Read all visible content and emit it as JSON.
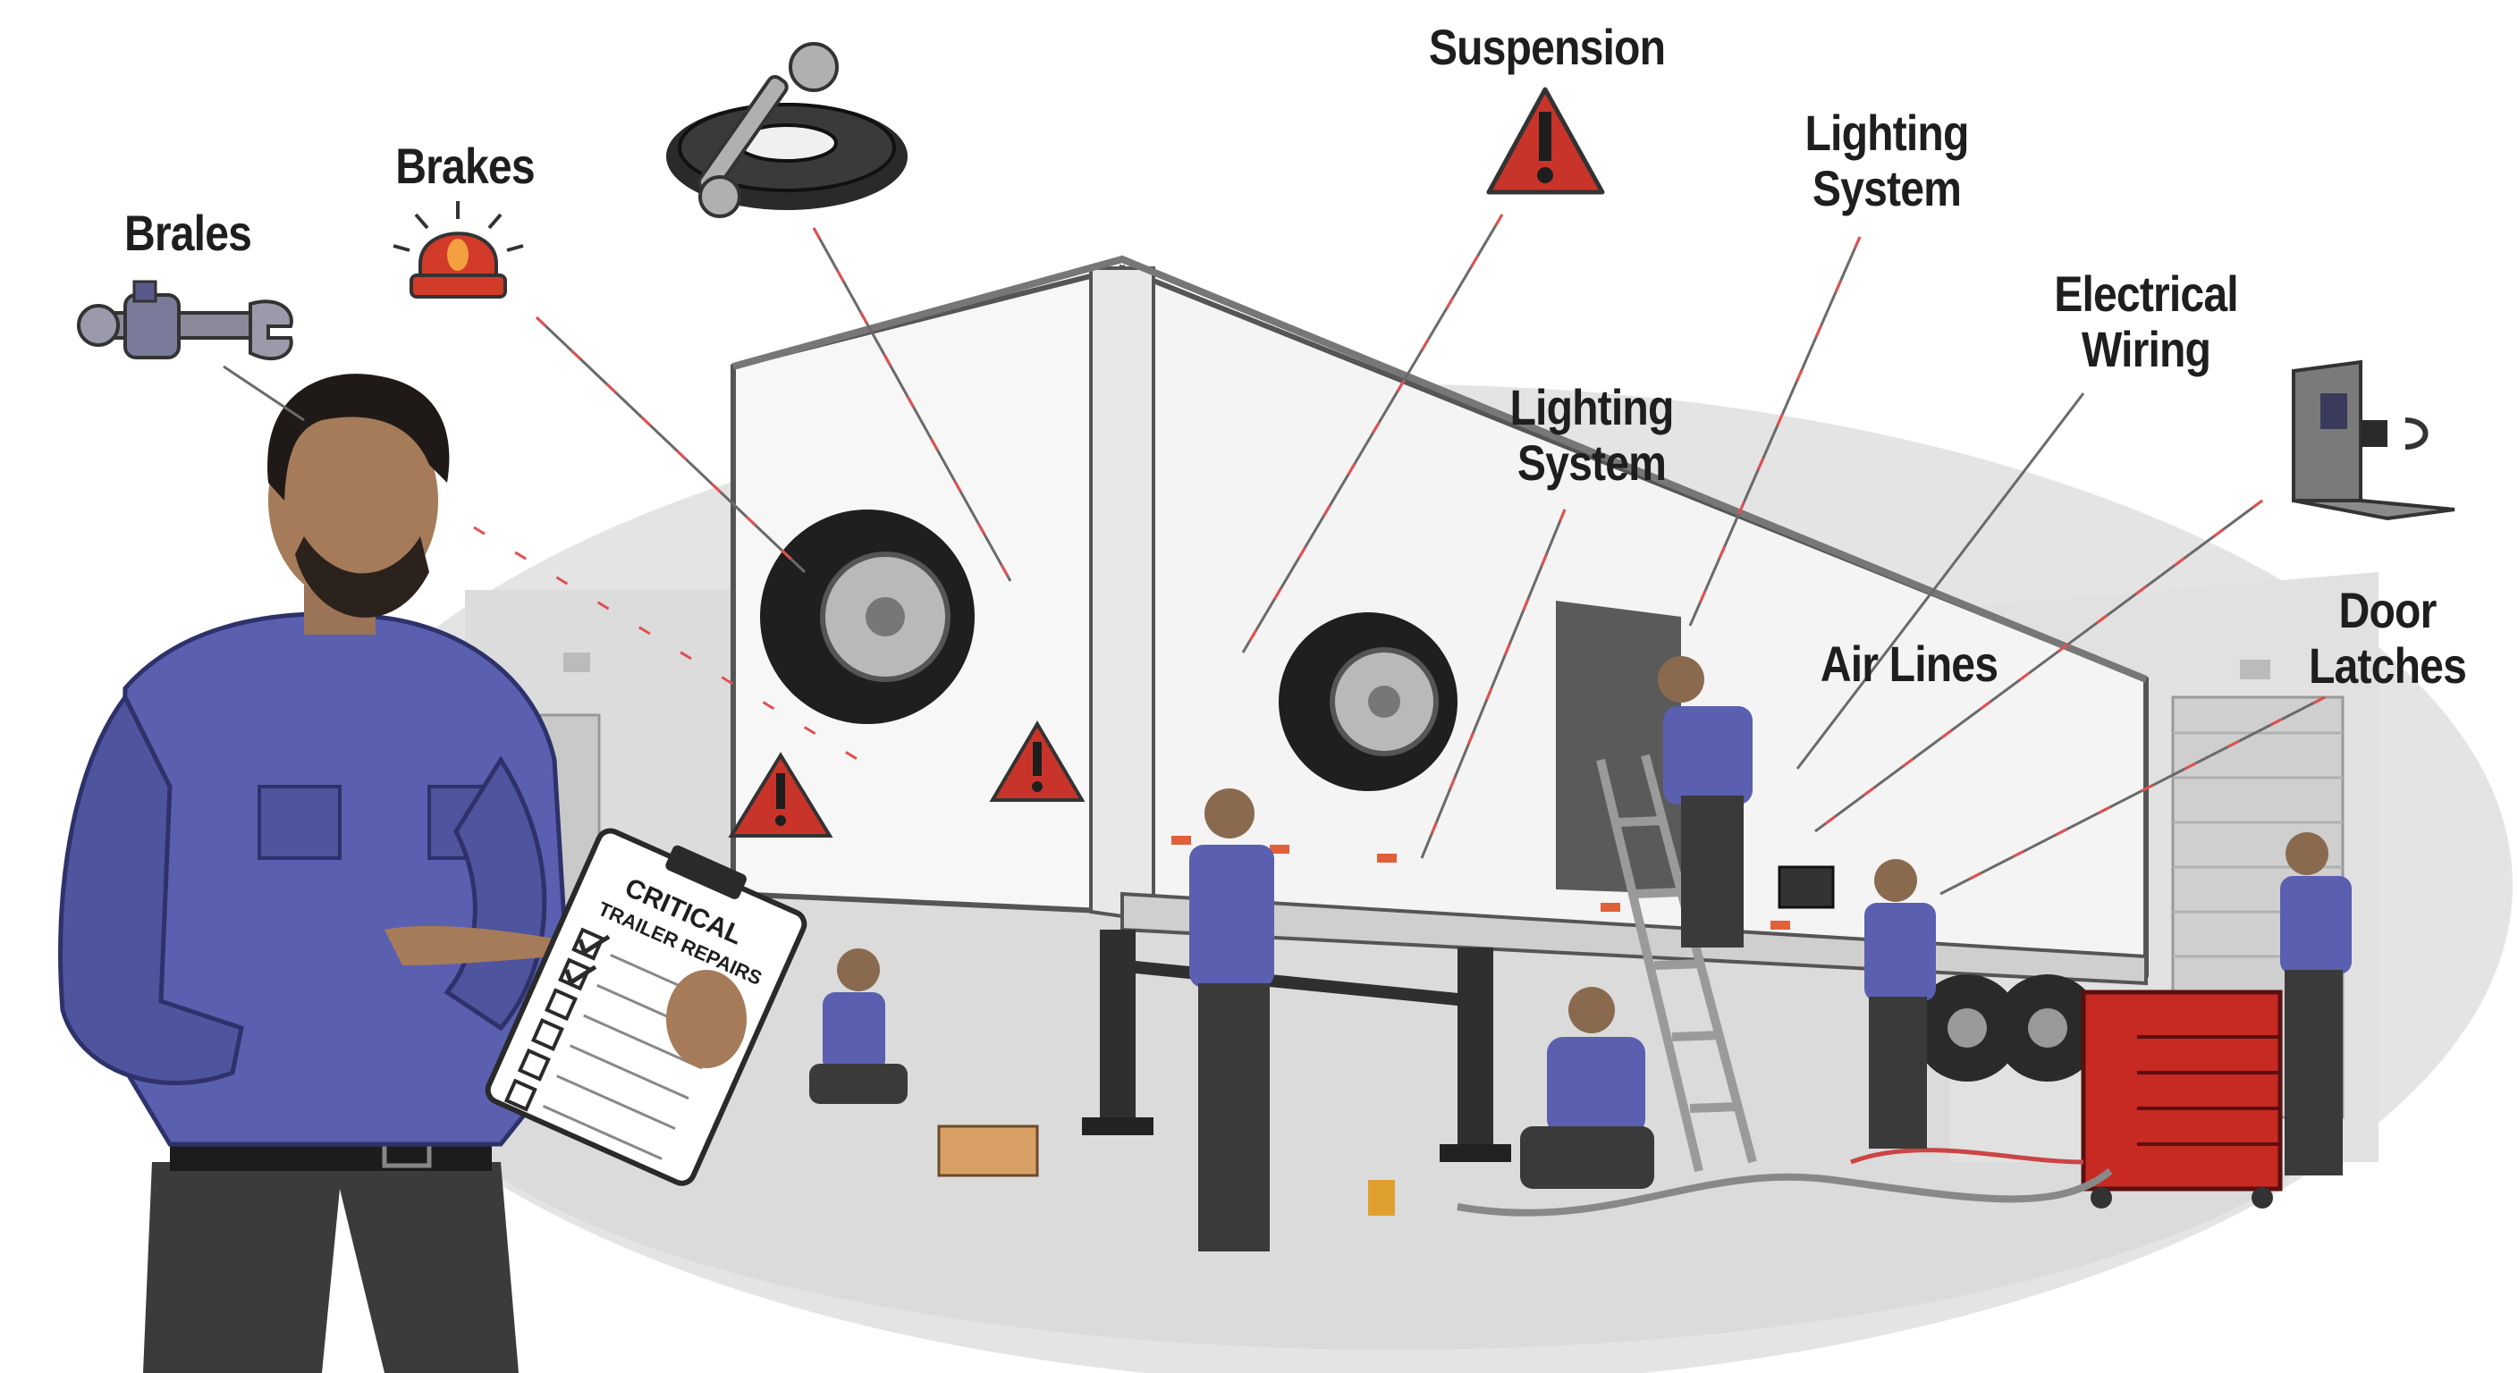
{
  "labels": {
    "brales": "Brales",
    "brakes": "Brakes",
    "suspension": "Suspension",
    "lighting_top": [
      "Lighting",
      "System"
    ],
    "lighting_mid": [
      "Lighting",
      "System"
    ],
    "electrical": [
      "Electrical",
      "Wiring"
    ],
    "air_lines": "Air Lines",
    "door_latches": [
      "Door",
      "Latches"
    ]
  },
  "clipboard": {
    "title_line1": "CRITICAL",
    "title_line2": "TRAILER REPAIRS",
    "checked_items": 2,
    "total_items": 6
  },
  "colors": {
    "accent_red": "#c8342a",
    "leader_red": "#e05050",
    "uniform_blue": "#5a5fb0",
    "trailer_white": "#f4f4f4",
    "tool_chest_red": "#c62a22"
  },
  "icons": [
    "wrench-tool-icon",
    "beacon-light-icon",
    "tire-wrench-icon",
    "warning-triangle-icon",
    "electrical-box-icon"
  ]
}
